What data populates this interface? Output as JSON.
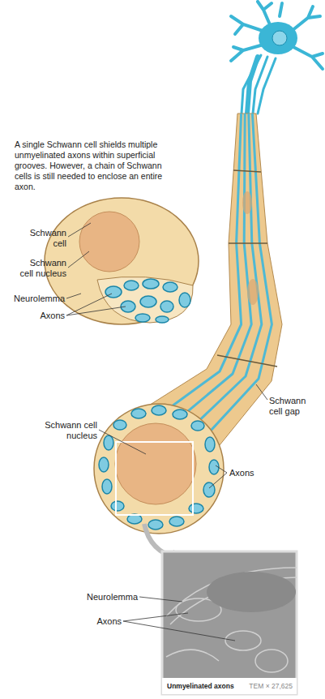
{
  "diagram": {
    "nodes": [
      {
        "text": [
          "Unmyelinated axons",
          "TEM × 27,625"
        ]
      }
    ],
    "labels": [
      "A single Schwann cell shields multiple unmyelinated axons within superficial grooves. However, a chain of Schwann cells is still needed to enclose an entire axon.",
      "Schwann cell",
      "Schwann cell nucleus",
      "Neurolemma",
      "Axons",
      "Schwann cell gap",
      "Schwann cell nucleus",
      "Axons",
      "Neurolemma",
      "Axons"
    ]
  }
}
